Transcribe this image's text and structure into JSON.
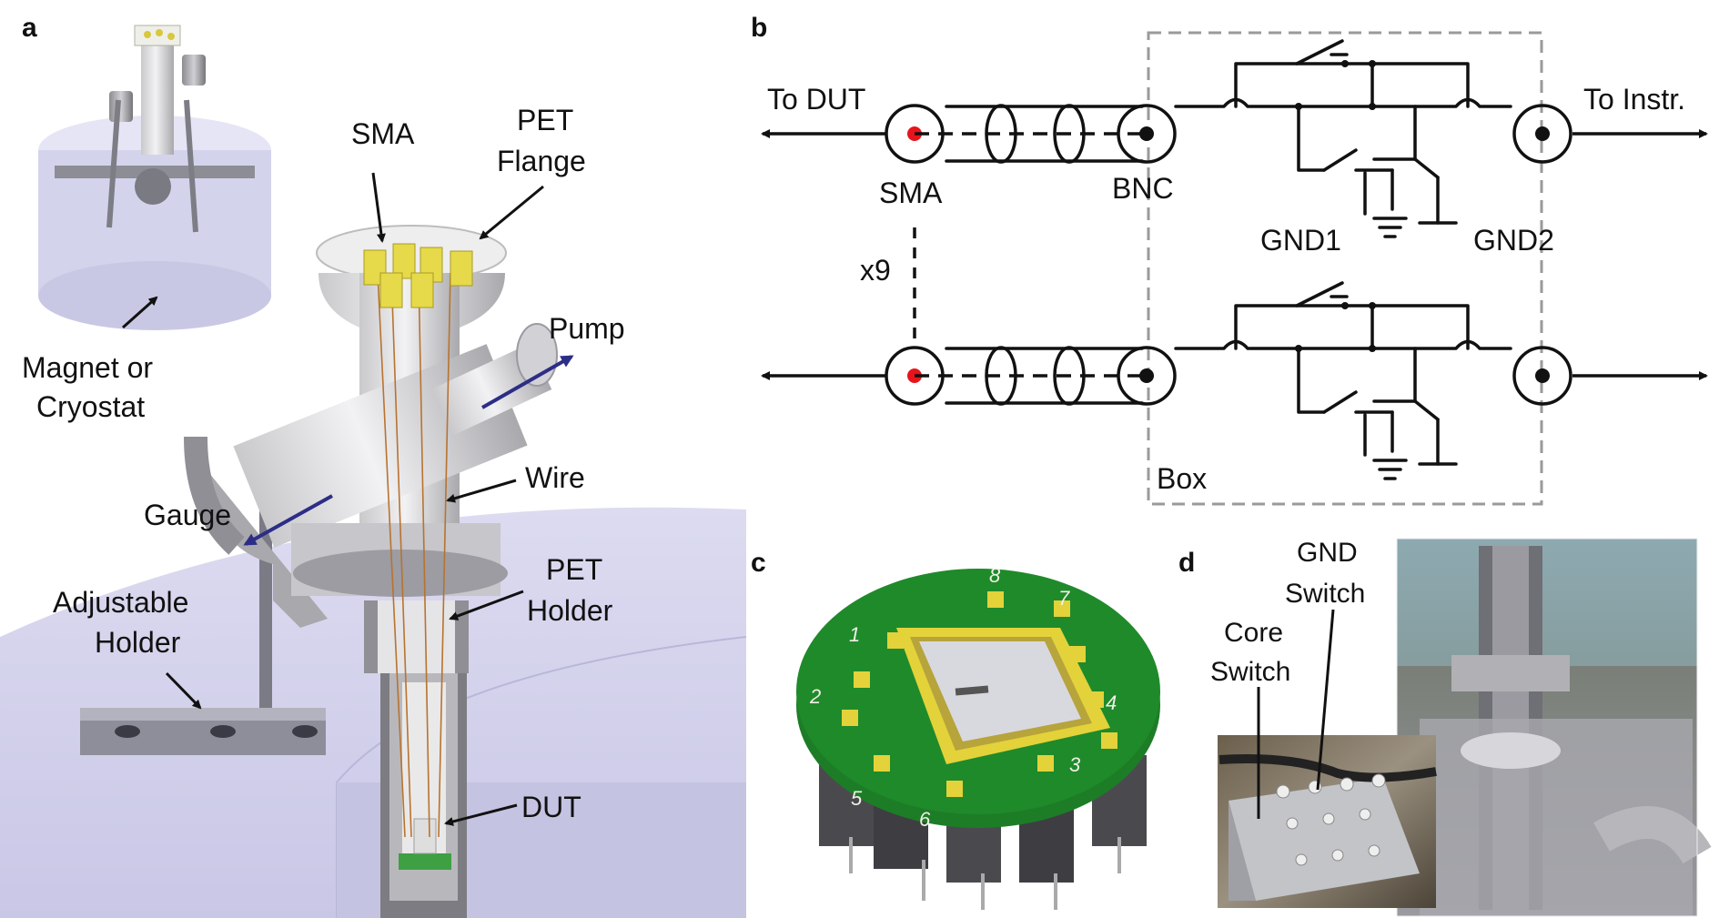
{
  "panels": {
    "a": {
      "letter": "a",
      "labels": {
        "sma": "SMA",
        "pet_flange_1": "PET",
        "pet_flange_2": "Flange",
        "pump": "Pump",
        "magnet_1": "Magnet or",
        "magnet_2": "Cryostat",
        "wire": "Wire",
        "gauge": "Gauge",
        "pet_holder_1": "PET",
        "pet_holder_2": "Holder",
        "adjustable_1": "Adjustable",
        "adjustable_2": "Holder",
        "dut": "DUT"
      }
    },
    "b": {
      "letter": "b",
      "labels": {
        "to_dut": "To DUT",
        "to_instr": "To Instr.",
        "sma": "SMA",
        "bnc": "BNC",
        "gnd1": "GND1",
        "gnd2": "GND2",
        "x9": "x9",
        "box": "Box"
      }
    },
    "c": {
      "letter": "c",
      "pins": [
        "1",
        "2",
        "3",
        "4",
        "5",
        "6",
        "7",
        "8"
      ]
    },
    "d": {
      "letter": "d",
      "labels": {
        "gnd_switch_1": "GND",
        "gnd_switch_2": "Switch",
        "core_switch_1": "Core",
        "core_switch_2": "Switch"
      }
    }
  },
  "colors": {
    "sma_center": "#e8141b",
    "pump_arrow": "#2c2e86",
    "pcb_green": "#1f8a2a",
    "gold": "#e3d23a",
    "magnet_lavender": "#d9d8ef"
  }
}
